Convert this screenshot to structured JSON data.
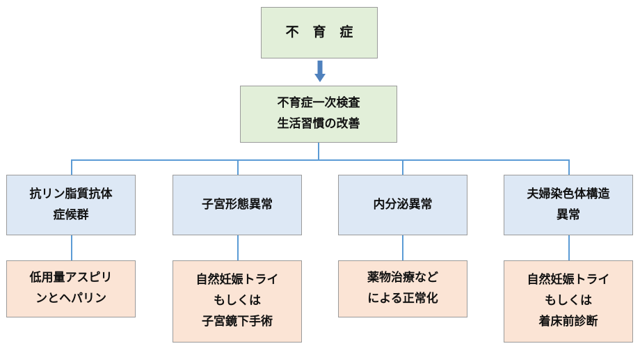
{
  "root": {
    "label": "不 育 症"
  },
  "screening": {
    "lines": [
      "不育症一次検査",
      "生活習慣の改善"
    ]
  },
  "colors": {
    "green": "#e2efd9",
    "blue": "#dde8f5",
    "peach": "#fbe4d5",
    "connector": "#5b9bd5",
    "arrow": "#4f81bd"
  },
  "causes": [
    {
      "lines": [
        "抗リン脂質抗体",
        "症候群"
      ]
    },
    {
      "lines": [
        "子宮形態異常"
      ]
    },
    {
      "lines": [
        "内分泌異常"
      ]
    },
    {
      "lines": [
        "夫婦染色体構造",
        "異常"
      ]
    }
  ],
  "treatments": [
    {
      "lines": [
        "低用量アスピリ",
        "ンとヘパリン"
      ]
    },
    {
      "lines": [
        "自然妊娠トライ",
        "もしくは",
        "子宮鏡下手術"
      ]
    },
    {
      "lines": [
        "薬物治療など",
        "による正常化"
      ]
    },
    {
      "lines": [
        "自然妊娠トライ",
        "もしくは",
        "着床前診断"
      ]
    }
  ]
}
